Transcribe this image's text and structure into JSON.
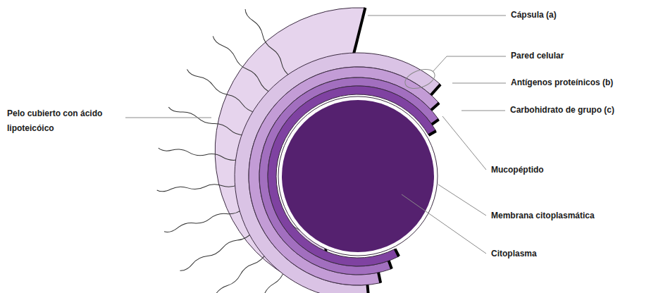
{
  "diagram": {
    "labels": [
      "Cápsula (a)",
      "Pared celular",
      "Antígenos proteínicos (b)",
      "Carbohidrato de grupo (c)",
      "Mucopéptido",
      "Membrana citoplasmática",
      "Citoplasma",
      "Pelo cubierto con ácido lipoteicóico"
    ]
  }
}
